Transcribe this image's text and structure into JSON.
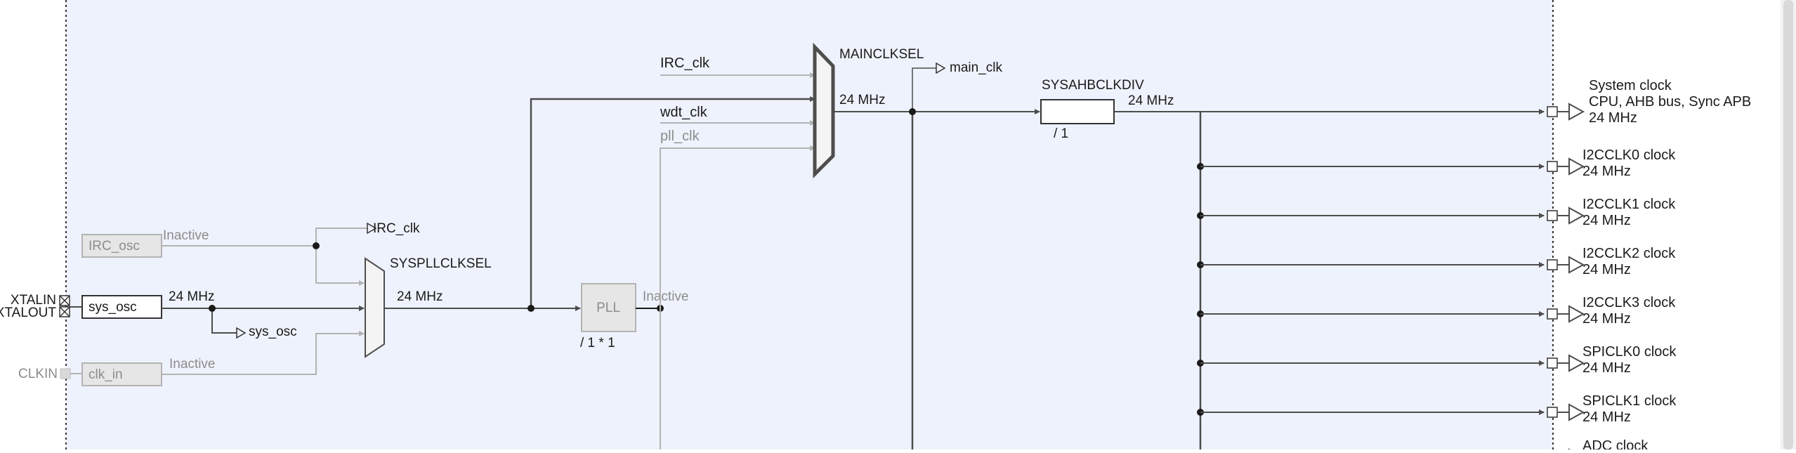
{
  "colors": {
    "panel_bg": "#eef2fc",
    "wire_active": "#4d4d4d",
    "wire_inactive": "#b3b3b3",
    "text_active": "#1a1a1a",
    "text_inactive": "#8c8c8c",
    "box_inactive_fill": "#e6e6e6",
    "scrollbar_track": "#f2f2f2",
    "scrollbar_thumb": "#d9d9d9"
  },
  "pins": {
    "xtalin": "XTALIN",
    "xtalout": "XTALOUT",
    "clkin": "CLKIN"
  },
  "sources": {
    "irc_osc": {
      "label": "IRC_osc",
      "status": "Inactive"
    },
    "sys_osc": {
      "label": "sys_osc",
      "freq": "24 MHz"
    },
    "clk_in": {
      "label": "clk_in",
      "status": "Inactive"
    }
  },
  "taps": {
    "irc_clk": "IRC_clk",
    "sys_osc": "sys_osc",
    "main_clk": "main_clk"
  },
  "syspllclksel": {
    "title": "SYSPLLCLKSEL",
    "freq": "24 MHz"
  },
  "pll": {
    "label": "PLL",
    "status": "Inactive",
    "ratio": "/ 1 * 1"
  },
  "mainclksel": {
    "title": "MAINCLKSEL",
    "freq": "24 MHz",
    "inputs": [
      "IRC_clk",
      "wdt_clk",
      "pll_clk"
    ]
  },
  "sysahbclkdiv": {
    "title": "SYSAHBCLKDIV",
    "divider": "/ 1",
    "freq": "24 MHz"
  },
  "outputs": [
    {
      "name": "System clock",
      "detail": "CPU, AHB bus, Sync APB",
      "freq": "24 MHz"
    },
    {
      "name": "I2CCLK0 clock",
      "freq": "24 MHz"
    },
    {
      "name": "I2CCLK1 clock",
      "freq": "24 MHz"
    },
    {
      "name": "I2CCLK2 clock",
      "freq": "24 MHz"
    },
    {
      "name": "I2CCLK3 clock",
      "freq": "24 MHz"
    },
    {
      "name": "SPICLK0 clock",
      "freq": "24 MHz"
    },
    {
      "name": "SPICLK1 clock",
      "freq": "24 MHz"
    },
    {
      "name": "ADC clock"
    }
  ]
}
